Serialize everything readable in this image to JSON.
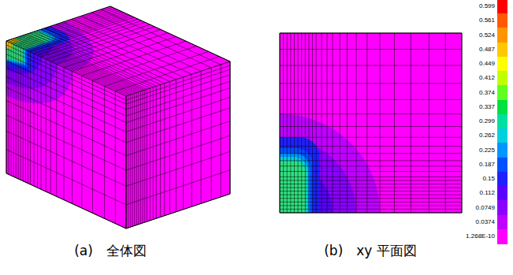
{
  "diagram": {
    "labels": [
      "(a)　全体図",
      "(b)　xy 平面図"
    ],
    "legend": [
      {
        "text": "0.599",
        "color": "#ff0000"
      },
      {
        "text": "0.561",
        "color": "#ff5a00"
      },
      {
        "text": "0.524",
        "color": "#ff9600"
      },
      {
        "text": "0.487",
        "color": "#ffc800"
      },
      {
        "text": "0.449",
        "color": "#ffff00"
      },
      {
        "text": "0.412",
        "color": "#c0ff00"
      },
      {
        "text": "0.374",
        "color": "#60ff20"
      },
      {
        "text": "0.337",
        "color": "#00e040"
      },
      {
        "text": "0.299",
        "color": "#00e0a0"
      },
      {
        "text": "0.262",
        "color": "#00d0e0"
      },
      {
        "text": "0.225",
        "color": "#0096ff"
      },
      {
        "text": "0.187",
        "color": "#0050ff"
      },
      {
        "text": "0.15",
        "color": "#2020ff"
      },
      {
        "text": "0.112",
        "color": "#5a00ff"
      },
      {
        "text": "0.0749",
        "color": "#8c00ff"
      },
      {
        "text": "0.0374",
        "color": "#c000ff"
      },
      {
        "text": "1.268E-10",
        "color": "#ff00ff"
      }
    ]
  }
}
